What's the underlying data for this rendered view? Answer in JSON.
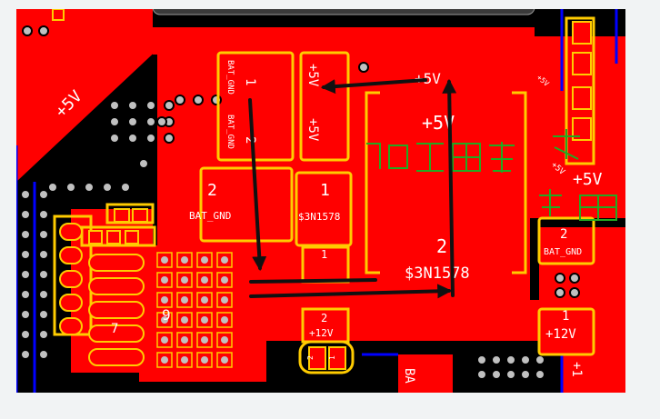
{
  "colors": {
    "background": "#000000",
    "copper_top": "#ff0000",
    "silkscreen": "#ffcc00",
    "silkscreen_text": "#ffffff",
    "copper_bottom": "#0000ff",
    "via": "#c0c0c0",
    "chinese_silk": "#22aa22",
    "arrow": "#111111"
  },
  "labels": {
    "net_5v_left": "+5V",
    "net_5v_arrow_tip": "+5V",
    "net_5v_big": "+5V",
    "net_5v_right": "+5V",
    "net_5v_right_small": "+5V",
    "net_5v_right_small2": "+5V",
    "pin1_top": "1",
    "bat_gnd_v1": "BAT_GND",
    "bat_gnd_v2": "BAT_GND",
    "pin2_top": "2",
    "net_5v_v1": "+5V",
    "net_5v_v2": "+5V",
    "pin2_left": "2",
    "bat_gnd_h": "BAT_GND",
    "pin1_mid": "1",
    "net_3n1578_small": "$3N1578",
    "pin2_big": "2",
    "net_3n1578_big": "$3N1578",
    "pin1_small": "1",
    "pin2_small": "2",
    "net_12v_small": "+12V",
    "pin2_right": "2",
    "bat_gnd_right": "BAT_GND",
    "pin1_right": "1",
    "net_12v_right": "+12V",
    "pin7": "7",
    "pin9": "9",
    "bat_partial": "BA",
    "net_12_partial": "+1",
    "pin2_tiny": "2",
    "pin1_tiny": "1"
  }
}
